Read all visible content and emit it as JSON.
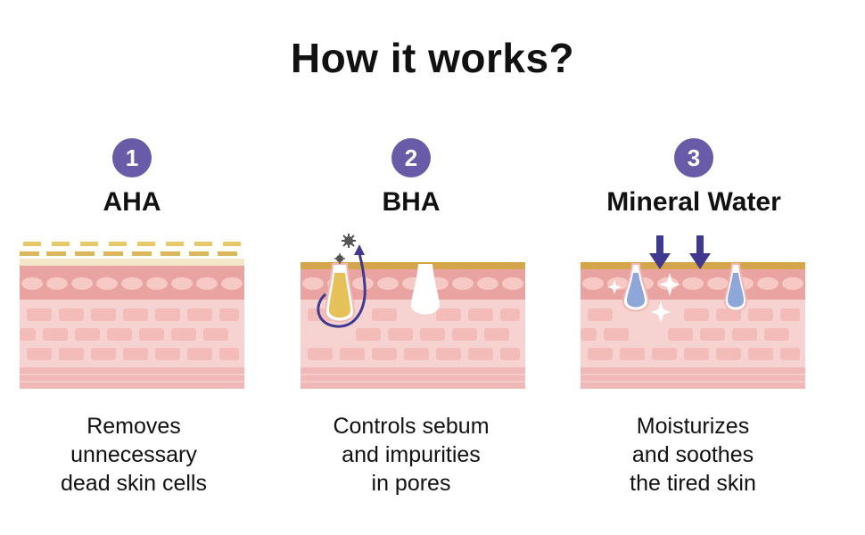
{
  "title": "How it works?",
  "steps": [
    {
      "number": "1",
      "title": "AHA",
      "desc": [
        "Removes",
        "unnecessary",
        "dead skin cells"
      ]
    },
    {
      "number": "2",
      "title": "BHA",
      "desc": [
        "Controls sebum",
        "and impurities",
        "in pores"
      ]
    },
    {
      "number": "3",
      "title": "Mineral Water",
      "desc": [
        "Moisturizes",
        "and soothes",
        "the tired skin"
      ]
    }
  ],
  "colors": {
    "badge": "#6a5ba8",
    "skin_top": "#d4a54a",
    "skin_upper": "#e9a3a0",
    "skin_mid": "#f6d3d0",
    "skin_base": "#f0b9b7",
    "sebum": "#e6c15a",
    "water": "#8fa6d8",
    "arrow": "#3f3a8f"
  }
}
